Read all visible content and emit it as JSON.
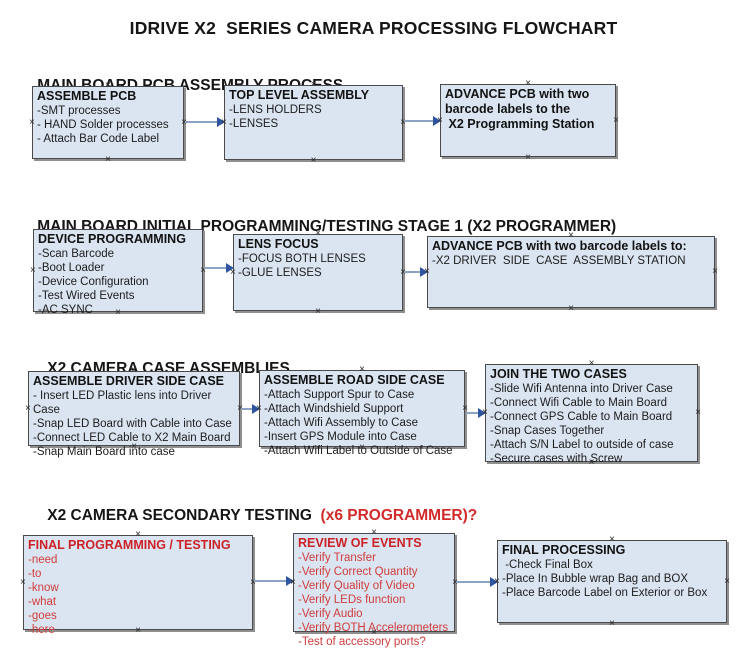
{
  "title": "IDRIVE X2  SERIES CAMERA PROCESSING FLOWCHART",
  "colors": {
    "box_fill": "#dbe5f1",
    "box_border": "#4a4a4a",
    "arrow_line": "#8ca3c4",
    "arrow_head": "#2f55a0",
    "red_text": "#cc2127",
    "black_text": "#161616"
  },
  "sections": [
    {
      "heading": "MAIN BOARD PCB ASSEMBLY PROCESS",
      "boxes": [
        {
          "title": "ASSEMBLE PCB",
          "items": [
            "-SMT processes",
            "- HAND Solder processes",
            "- Attach Bar Code Label"
          ]
        },
        {
          "title": "TOP LEVEL ASSEMBLY",
          "items": [
            "-LENS HOLDERS",
            "-LENSES"
          ]
        },
        {
          "title": "ADVANCE PCB with two barcode labels to the\n X2 Programming Station",
          "items": []
        }
      ]
    },
    {
      "heading": "MAIN BOARD INITIAL PROGRAMMING/TESTING STAGE 1 (X2 PROGRAMMER)",
      "boxes": [
        {
          "title": "DEVICE PROGRAMMING",
          "items": [
            "-Scan Barcode",
            "-Boot Loader",
            "-Device Configuration",
            "-Test Wired Events",
            "-AC SYNC"
          ]
        },
        {
          "title": "LENS FOCUS",
          "items": [
            "-FOCUS BOTH LENSES",
            "-GLUE LENSES"
          ]
        },
        {
          "title": "ADVANCE PCB with two barcode labels to:",
          "items": [
            "-X2 DRIVER  SIDE  CASE  ASSEMBLY STATION"
          ]
        }
      ]
    },
    {
      "heading": "X2 CAMERA CASE ASSEMBLIES",
      "boxes": [
        {
          "title": "ASSEMBLE DRIVER SIDE CASE",
          "items": [
            "- Insert LED Plastic lens into Driver Case",
            "-Snap LED Board with Cable into Case",
            "-Connect LED Cable to X2 Main Board",
            "-Snap Main Board into case"
          ]
        },
        {
          "title": "ASSEMBLE ROAD SIDE CASE",
          "items": [
            "-Attach Support Spur to Case",
            "-Attach Windshield Support",
            "-Attach Wifi Assembly to Case",
            "-Insert GPS Module into Case",
            "-Attach Wifi Label to Outside of Case"
          ]
        },
        {
          "title": "JOIN THE TWO CASES",
          "items": [
            "-Slide Wifi Antenna into Driver Case",
            "-Connect Wifi Cable to Main Board",
            "-Connect GPS Cable to Main Board",
            "-Snap Cases Together",
            "-Attach S/N Label to outside of case",
            "-Secure cases with Screw"
          ]
        }
      ]
    },
    {
      "heading": "X2 CAMERA SECONDARY TESTING  ",
      "heading_accent": "(x6 PROGRAMMER)?",
      "boxes": [
        {
          "title": "FINAL PROGRAMMING / TESTING",
          "items": [
            "-need",
            "-to",
            "-know",
            "-what",
            "-goes",
            "-here"
          ]
        },
        {
          "title": "REVIEW OF EVENTS",
          "items": [
            "-Verify Transfer",
            "-Verify Correct Quantity",
            "-Verify Quality of Video",
            "-Verify LEDs function",
            "-Verify Audio",
            "-Verify BOTH Accelerometers",
            "-Test of accessory ports?"
          ]
        },
        {
          "title": "FINAL PROCESSING",
          "items": [
            " -Check Final Box",
            "-Place In Bubble wrap Bag and BOX",
            "-Place Barcode Label on Exterior or Box"
          ]
        }
      ]
    }
  ]
}
